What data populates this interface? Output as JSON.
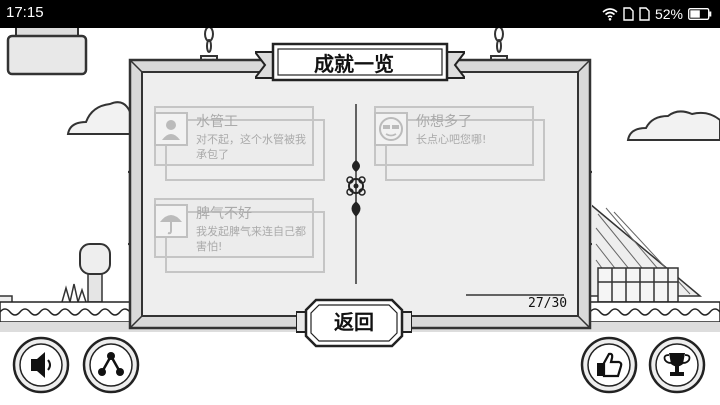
{
  "status_bar": {
    "time": "17:15",
    "battery": "52%"
  },
  "panel": {
    "title": "成就一览",
    "progress": "27/30",
    "back_label": "返回"
  },
  "achievements": [
    {
      "title": "水管工",
      "desc": "对不起，这个水管被我承包了",
      "icon": "person-icon"
    },
    {
      "title": "你想多了",
      "desc": "长点心吧您哪!",
      "icon": "sunglasses-face-icon"
    },
    {
      "title": "脾气不好",
      "desc": "我发起脾气来连自己都害怕!",
      "icon": "umbrella-icon"
    }
  ],
  "buttons": {
    "sound": "speaker-icon",
    "share": "share-icon",
    "like": "thumbs-up-icon",
    "trophy": "trophy-icon"
  }
}
